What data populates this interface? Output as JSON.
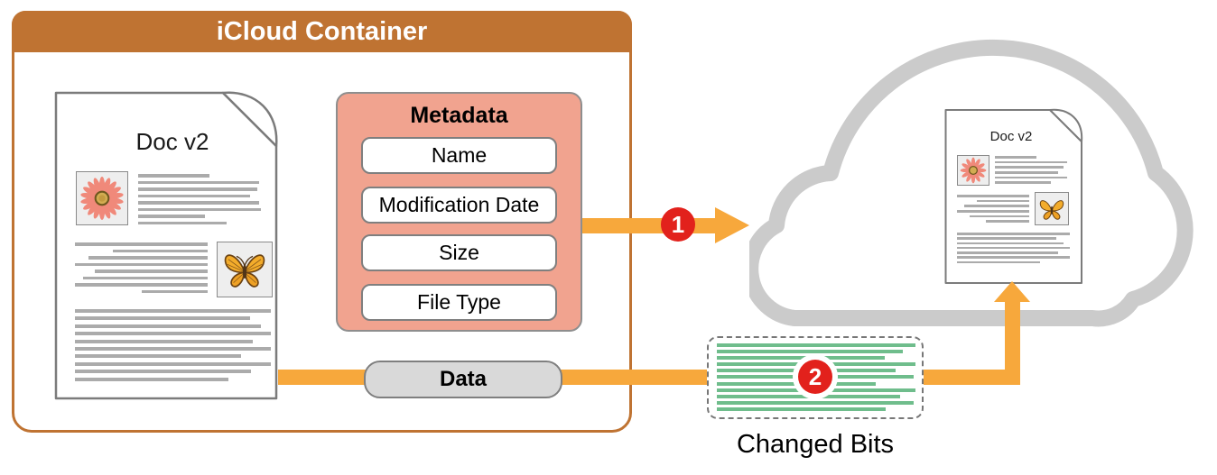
{
  "container": {
    "title": "iCloud Container"
  },
  "document": {
    "title": "Doc v2",
    "section1_lines": [
      79,
      134,
      132,
      124,
      134,
      136,
      74,
      98
    ],
    "section2_lines": [
      147,
      105,
      132,
      147,
      125,
      138,
      147,
      73
    ],
    "section3_lines": [
      217,
      194,
      206,
      217,
      197,
      217,
      184,
      217,
      195,
      170
    ]
  },
  "metadata": {
    "title": "Metadata",
    "fields": [
      "Name",
      "Modification Date",
      "Size",
      "File Type"
    ]
  },
  "data_pill": {
    "label": "Data"
  },
  "steps": {
    "step1": "1",
    "step2": "2"
  },
  "changed_bits": {
    "label": "Changed Bits",
    "lines": [
      220,
      206,
      186,
      220,
      198,
      218,
      176,
      220,
      203,
      218,
      187
    ]
  },
  "cloud_document": {
    "title": "Doc v2",
    "section1_lines": [
      46,
      80,
      76,
      70,
      80,
      62
    ],
    "section2_lines": [
      80,
      58,
      72,
      80,
      66,
      48
    ],
    "section3_lines": [
      125,
      110,
      118,
      125,
      112,
      125,
      92
    ]
  },
  "colors": {
    "container_orange": "#bf7332",
    "arrow_orange": "#f7a83c",
    "badge_red": "#e2211c",
    "metadata_pink": "#f1a38f",
    "bits_green": "#6fbd8c",
    "cloud_gray": "#cbcbcb",
    "text_line_gray": "#ababab"
  }
}
